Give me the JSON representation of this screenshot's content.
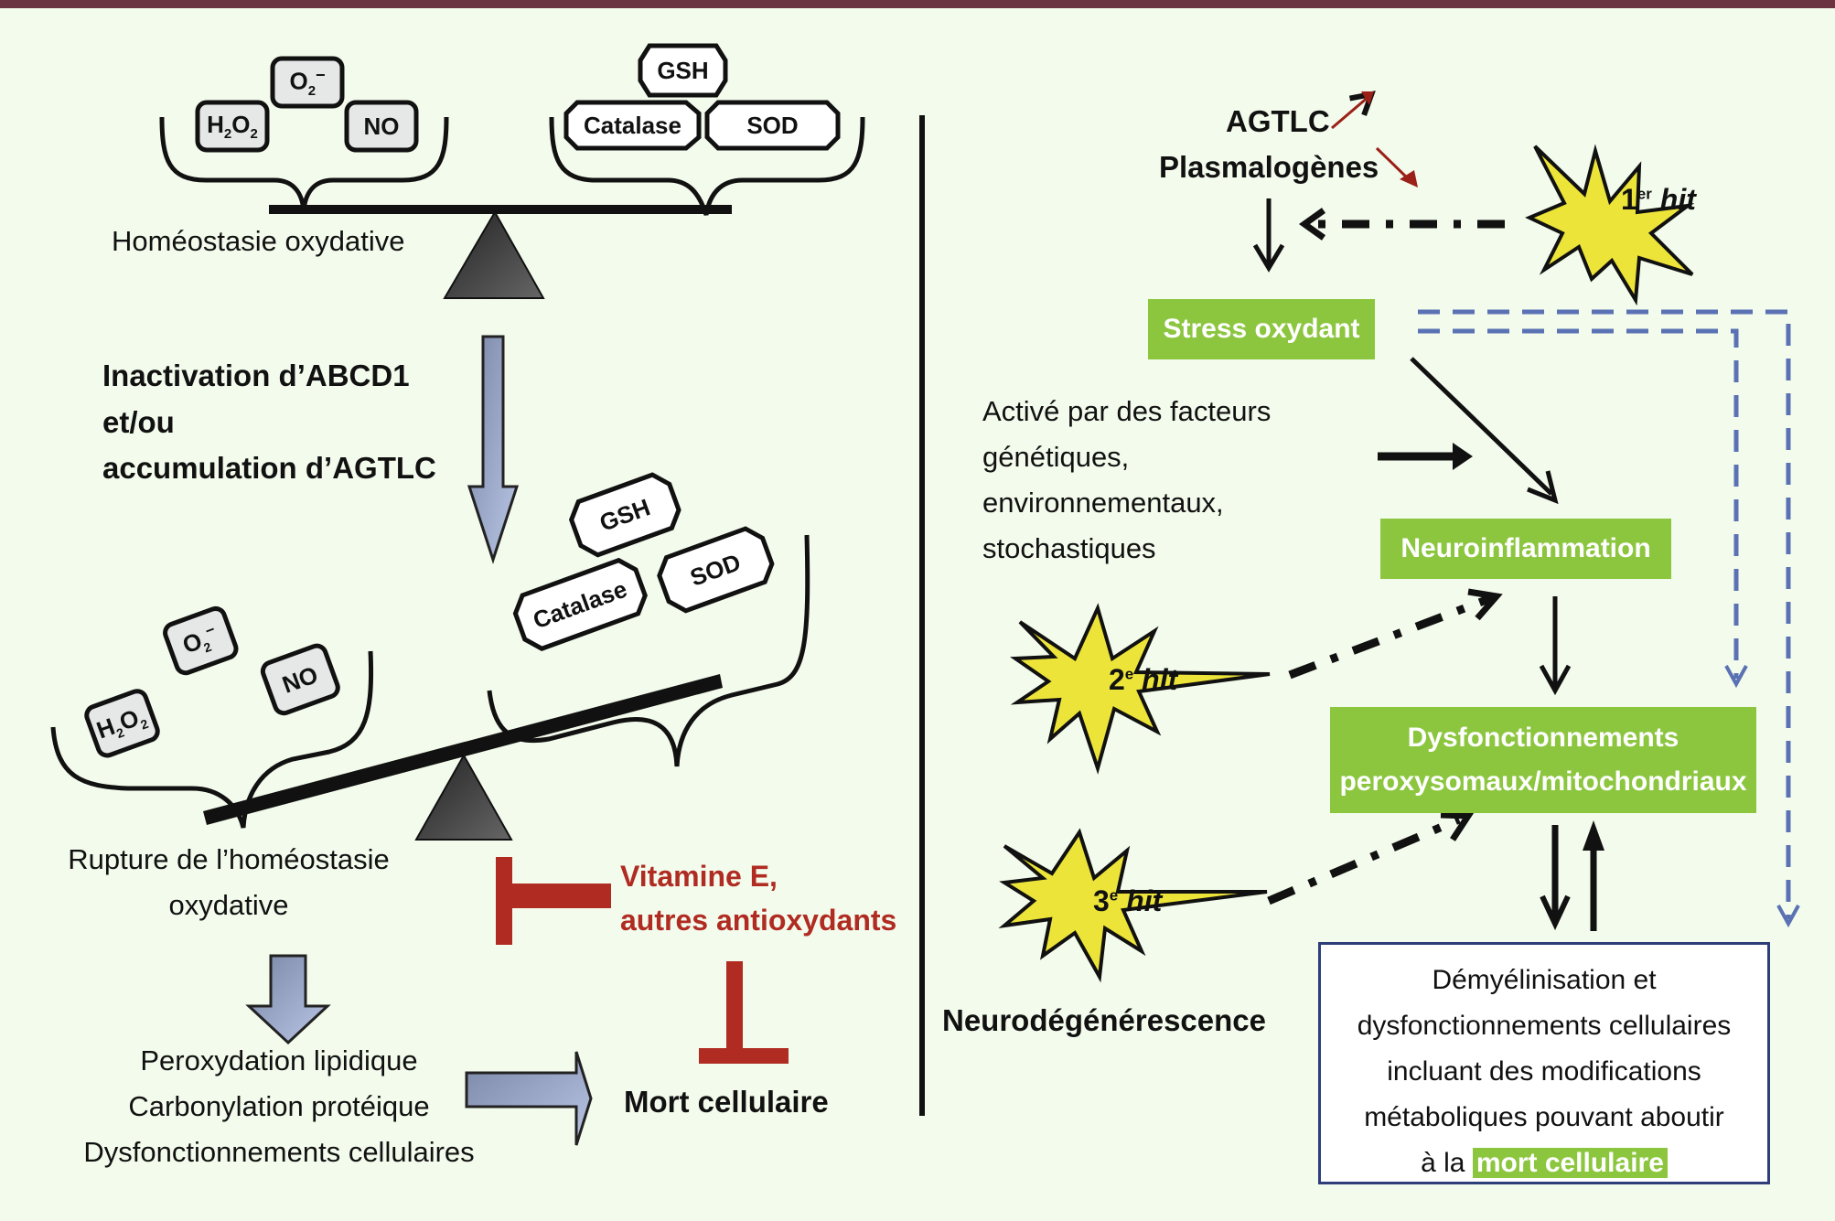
{
  "colors": {
    "top_bar": "#6b3240",
    "background": "#f3fbec",
    "green_box": "#8cc63f",
    "inhibitor_red": "#b02b22",
    "star_yellow": "#ede43a",
    "dashed_blue": "#5a72b4",
    "white_box_border": "#2d3e78",
    "ros_box_fill": "#e6e8e8"
  },
  "left_panel": {
    "balanced": {
      "ros": [
        "H2O2",
        "O2−",
        "NO"
      ],
      "antioxidants": [
        "GSH",
        "Catalase",
        "SOD"
      ],
      "label": "Homéostasie oxydative"
    },
    "cause_label": [
      "Inactivation d’ABCD1",
      "et/ou",
      "accumulation d’AGTLC"
    ],
    "unbalanced": {
      "ros": [
        "H2O2",
        "O2−",
        "NO"
      ],
      "antioxidants": [
        "GSH",
        "Catalase",
        "SOD"
      ],
      "label": [
        "Rupture de l’homéostasie",
        "oxydative"
      ]
    },
    "inhibitor_label": [
      "Vitamine E,",
      "autres antioxydants"
    ],
    "consequences": [
      "Peroxydation lipidique",
      "Carbonylation protéique",
      "Dysfonctionnements cellulaires"
    ],
    "outcome": "Mort cellulaire"
  },
  "right_panel": {
    "agtlc": "AGTLC",
    "plasmalogenes": "Plasmalogènes",
    "hits": [
      {
        "num": "1",
        "sup": "er",
        "word": "hit"
      },
      {
        "num": "2",
        "sup": "e",
        "word": "hit"
      },
      {
        "num": "3",
        "sup": "e",
        "word": "hit"
      }
    ],
    "stress_oxydant": "Stress oxydant",
    "factors": [
      "Activé par des facteurs",
      "génétiques,",
      "environnementaux,",
      "stochastiques"
    ],
    "neuroinflammation": "Neuroinflammation",
    "dysfunction": [
      "Dysfonctionnements",
      "peroxysomaux/mitochondriaux"
    ],
    "neurodegeneration": "Neurodégénérescence",
    "outcome_box": {
      "lines": [
        "Démyélinisation et",
        "dysfonctionnements cellulaires",
        "incluant des modifications",
        "métaboliques pouvant aboutir"
      ],
      "last_prefix": "à la",
      "last_highlight": "mort cellulaire"
    }
  }
}
